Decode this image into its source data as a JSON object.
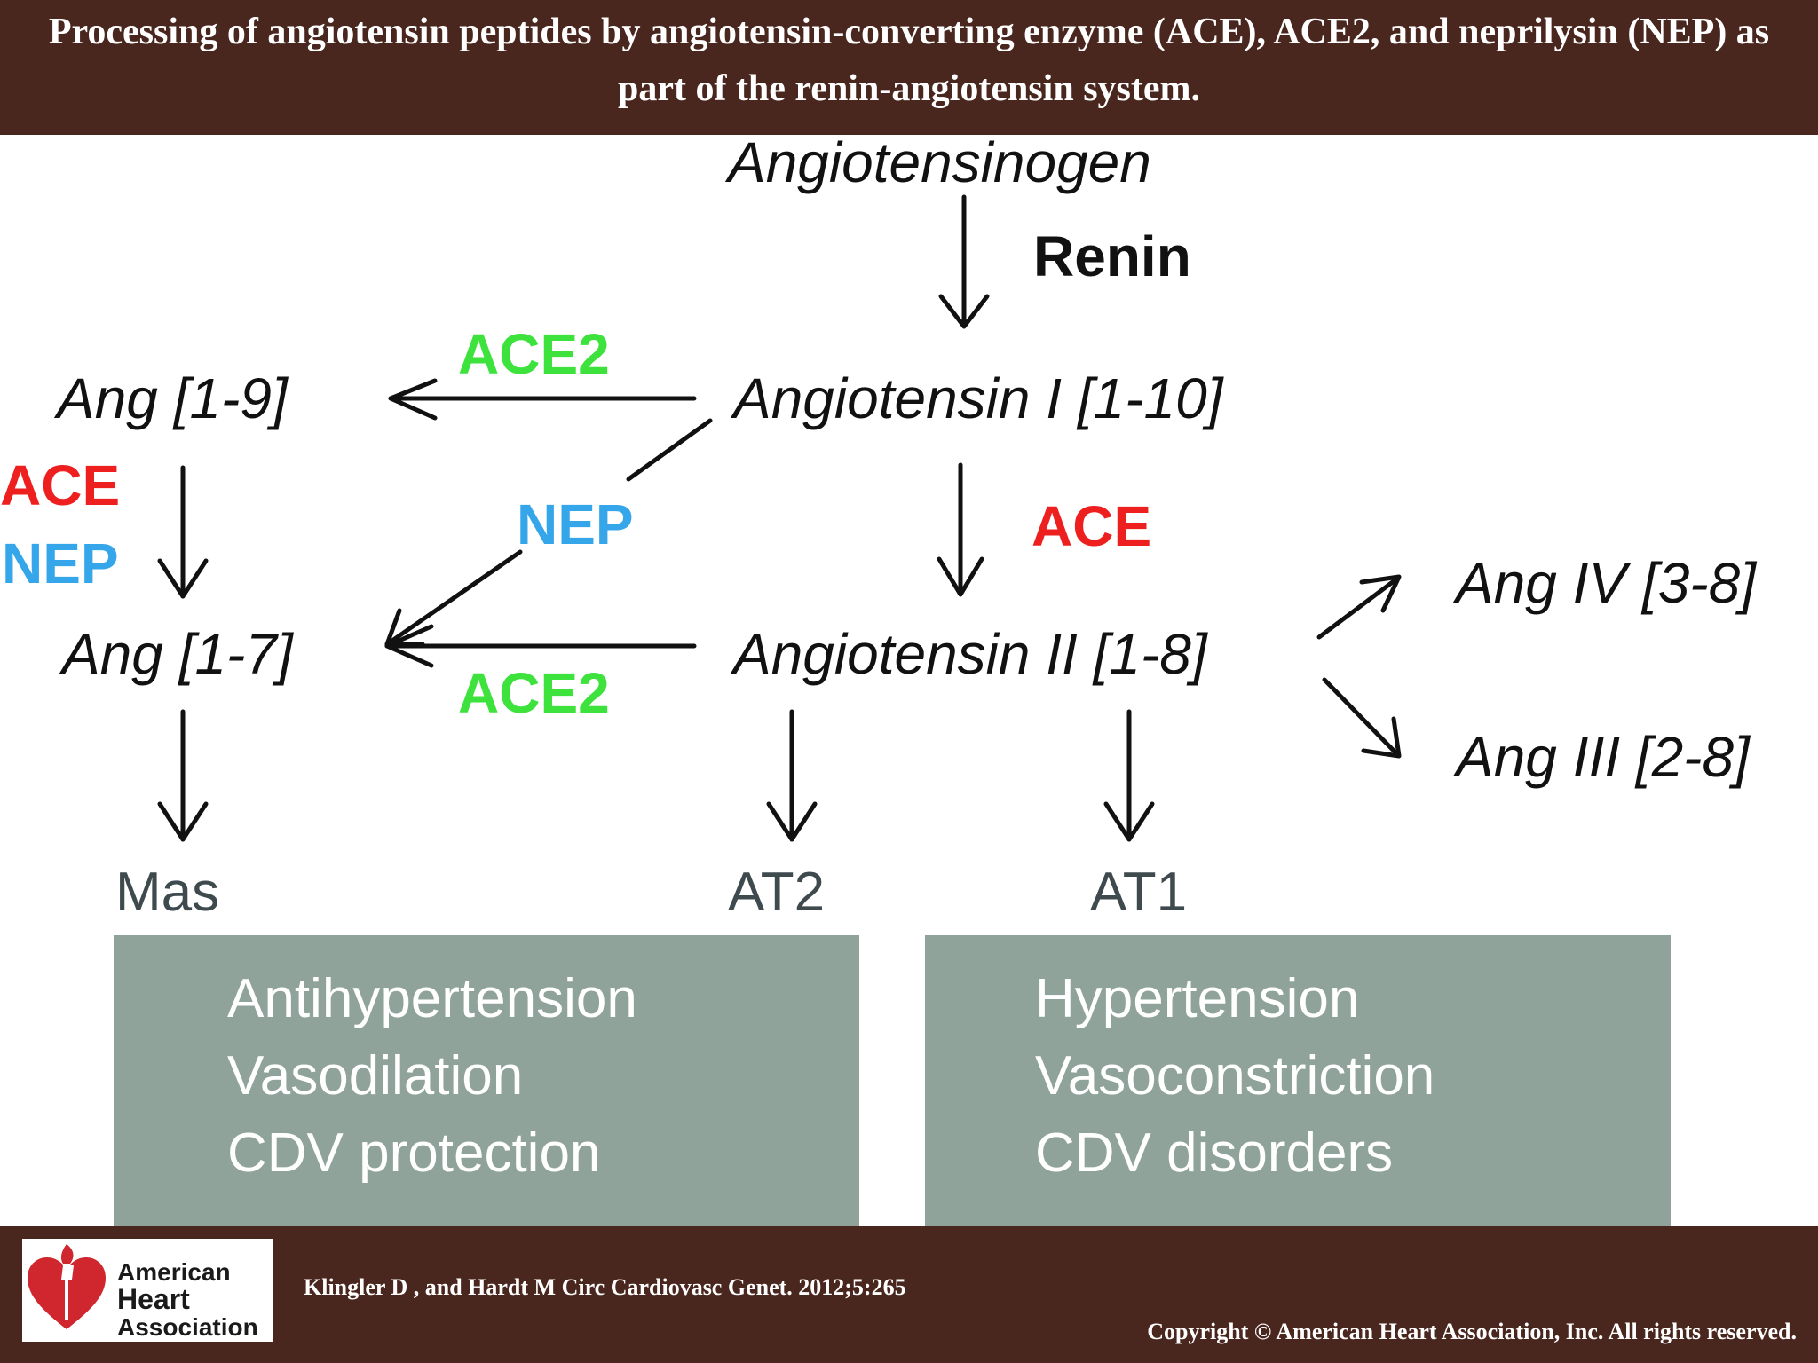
{
  "header": {
    "title": "Processing of angiotensin peptides by angiotensin-converting enzyme (ACE), ACE2, and neprilysin (NEP) as part of the renin-angiotensin system."
  },
  "diagram": {
    "peptides": {
      "angiotensinogen": "Angiotensinogen",
      "ang1": "Angiotensin I [1-10]",
      "ang2": "Angiotensin II [1-8]",
      "ang19": "Ang [1-9]",
      "ang17": "Ang [1-7]",
      "ang4": "Ang IV [3-8]",
      "ang3": "Ang III [2-8]"
    },
    "enzymes": {
      "renin": "Renin",
      "ace2_top": "ACE2",
      "ace2_bottom": "ACE2",
      "nep_center": "NEP",
      "ace_center": "ACE",
      "ace_left": "ACE",
      "nep_left": "NEP"
    },
    "receptors": {
      "mas": "Mas",
      "at2": "AT2",
      "at1": "AT1"
    },
    "effects": {
      "left": [
        "Antihypertension",
        "Vasodilation",
        "CDV protection"
      ],
      "right": [
        "Hypertension",
        "Vasoconstriction",
        "CDV disorders"
      ]
    }
  },
  "footer": {
    "logo": [
      "American",
      "Heart",
      "Association"
    ],
    "citation": "Klingler D , and Hardt M Circ Cardiovasc Genet. 2012;5:265",
    "copyright": "Copyright © American Heart Association, Inc. All rights reserved."
  },
  "colors": {
    "banner": "#4a271e",
    "ace2": "#3de23d",
    "ace": "#ee1f1f",
    "nep": "#35a6ea",
    "effect_box": "#8fa39b",
    "logo_red": "#d0262d"
  }
}
